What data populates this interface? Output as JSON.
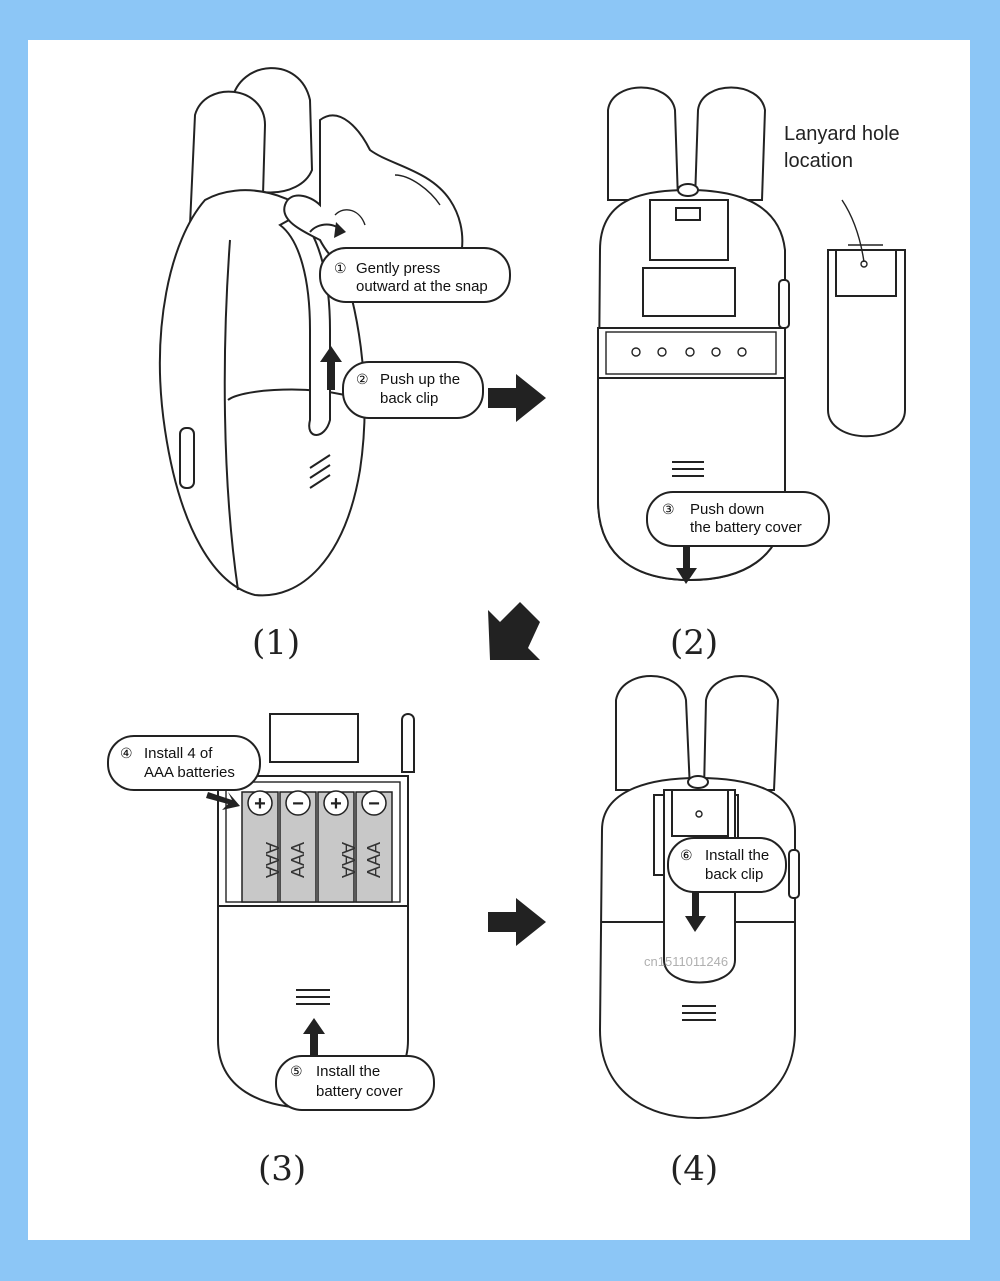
{
  "steps": {
    "s1": {
      "number": "(1)",
      "callout1": {
        "circled": "①",
        "line1": "Gently press",
        "line2": "outward at the snap"
      },
      "callout2": {
        "circled": "②",
        "line1": "Push up the",
        "line2": "back clip"
      }
    },
    "s2": {
      "number": "(2)",
      "lanyard": {
        "line1": "Lanyard hole",
        "line2": "location"
      },
      "callout3": {
        "circled": "③",
        "line1": "Push down",
        "line2": "the battery cover"
      }
    },
    "s3": {
      "number": "(3)",
      "callout4": {
        "circled": "④",
        "line1": "Install 4 of",
        "line2": "AAA batteries"
      },
      "callout5": {
        "circled": "⑤",
        "line1": "Install the",
        "line2": "battery cover"
      },
      "batteries": [
        {
          "polarity": "+",
          "label": "AAA"
        },
        {
          "polarity": "−",
          "label": "AAA"
        },
        {
          "polarity": "+",
          "label": "AAA"
        },
        {
          "polarity": "−",
          "label": "AAA"
        }
      ]
    },
    "s4": {
      "number": "(4)",
      "callout6": {
        "circled": "⑥",
        "line1": "Install the",
        "line2": "back clip"
      }
    }
  },
  "watermark": "cn1511011246",
  "colors": {
    "frame": "#8cc6f6",
    "panel": "#ffffff",
    "battery": "#c8c8c8",
    "ink": "#222222"
  }
}
